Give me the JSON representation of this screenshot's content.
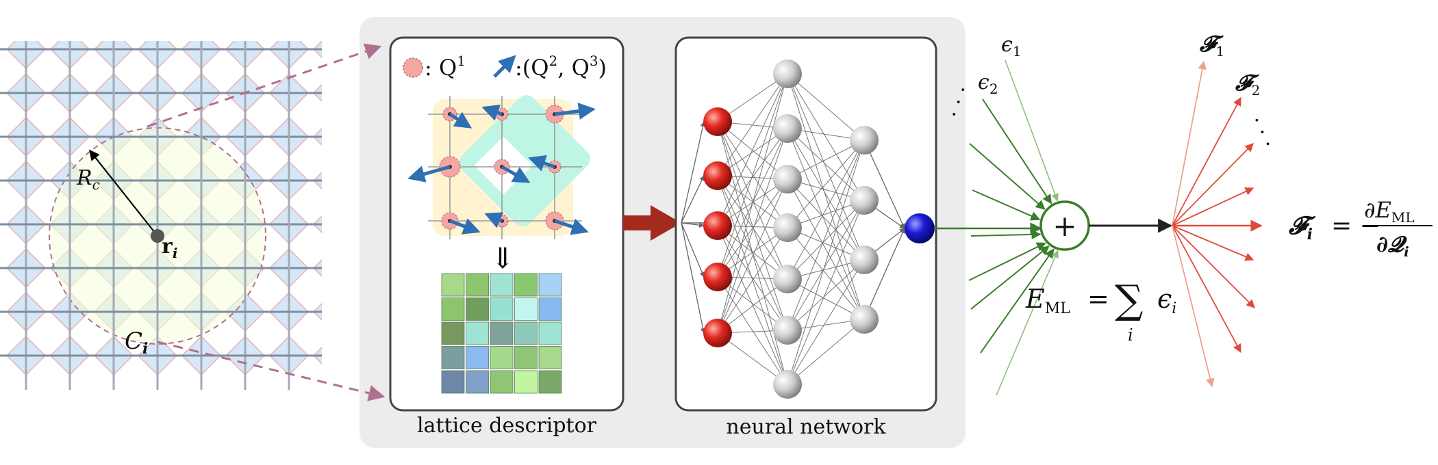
{
  "left_panel": {
    "cutoff_label": "R",
    "cutoff_sub": "c",
    "site_label": "r",
    "site_sub": "i",
    "cluster_label": "C",
    "cluster_sub": "i"
  },
  "descriptor_box": {
    "caption": "lattice descriptor",
    "legend_scalar": ": Q",
    "legend_scalar_sup": "1",
    "legend_vector": ":(Q",
    "legend_vector_sup2": "2",
    "legend_vector_mid": ", Q",
    "legend_vector_sup3": "3",
    "legend_vector_end": ")",
    "arrow_glyph": "⇓",
    "grid_colors": [
      [
        "#a8d88a",
        "#8cc56e",
        "#9fe3d5",
        "#88c870",
        "#a6d2f6"
      ],
      [
        "#8cc56e",
        "#6f9e5c",
        "#98e0cf",
        "#c2f5ee",
        "#86b9ef"
      ],
      [
        "#76995f",
        "#9fe3d5",
        "#7fa39b",
        "#8ec8b8",
        "#9fe3d5"
      ],
      [
        "#7a9f9e",
        "#8bb9f0",
        "#a2d98a",
        "#8fc574",
        "#a6d98c"
      ],
      [
        "#6f87a8",
        "#7ea0c9",
        "#8fc574",
        "#c1f59f",
        "#7aa868"
      ]
    ],
    "accent_scalar": "#f4a6a0",
    "accent_vector": "#2f6fb3"
  },
  "network_box": {
    "caption": "neural network",
    "input_color": "#e02020",
    "hidden_color": "#d8d8d8",
    "output_color": "#1010d0"
  },
  "sum_node": {
    "symbol": "+",
    "energy_label": "E",
    "energy_sub": "ML",
    "energy_eq": "=",
    "sum_glyph": "∑",
    "sum_index": "i",
    "energy_term": "ϵ",
    "energy_term_sub": "i",
    "eps1": "ϵ",
    "eps1_sub": "1",
    "eps2": "ϵ",
    "eps2_sub": "2",
    "dots": ". . ."
  },
  "forces": {
    "f1": "𝓕",
    "f1_sub": "1",
    "f2": "𝓕",
    "f2_sub": "2",
    "fi": "𝓕",
    "fi_sub": "i",
    "eq": "= −",
    "num_d": "∂E",
    "num_sub": "ML",
    "den_d": "∂𝓠",
    "den_sub": "i",
    "dots": ". . ."
  },
  "colors": {
    "panel_bg": "#ececec",
    "big_arrow": "#a52a1e",
    "dashed": "#b07090",
    "green": "#3a7d2a",
    "red": "#e04a3a"
  }
}
